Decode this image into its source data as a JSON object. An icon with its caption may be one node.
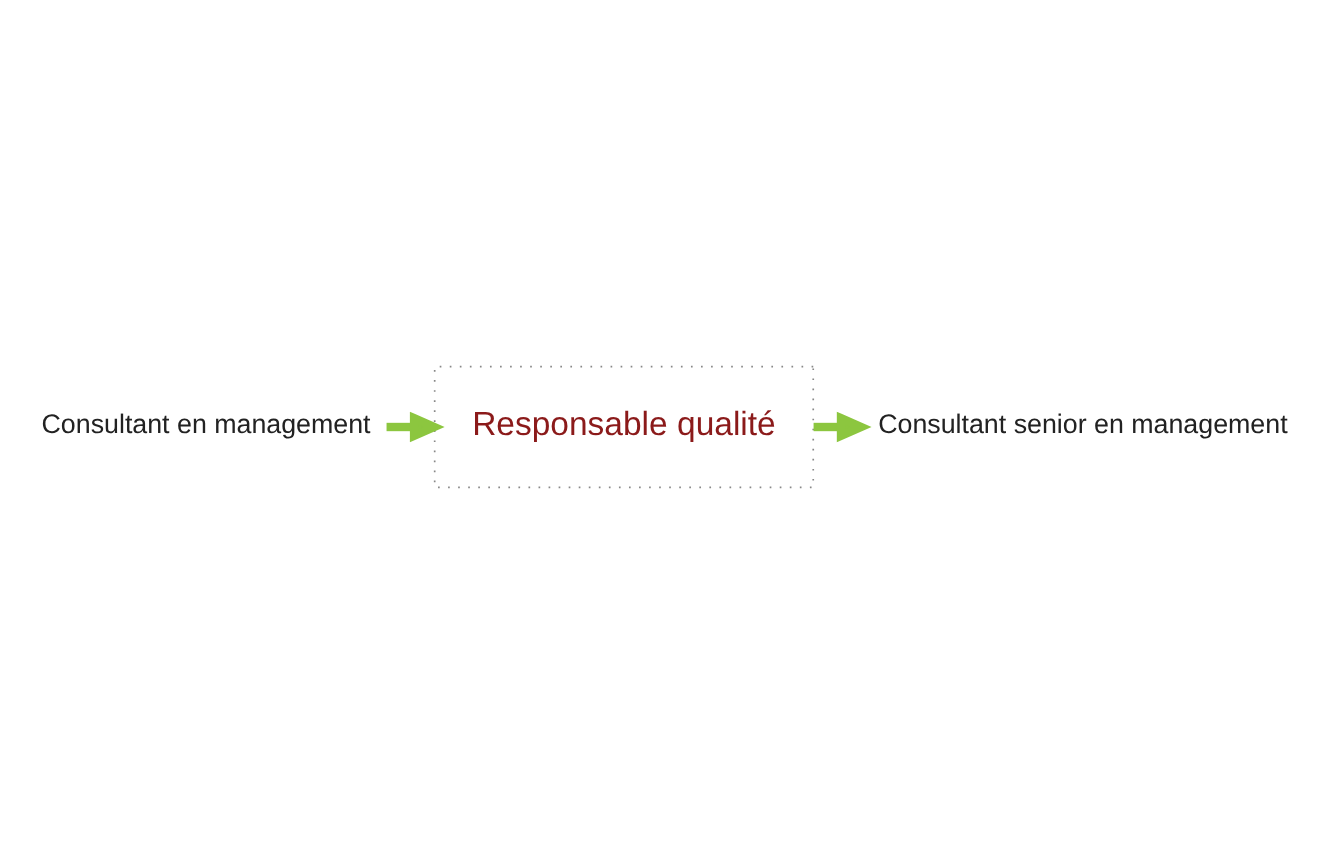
{
  "diagram": {
    "nodes": [
      {
        "text": [
          "Consultant en management"
        ]
      },
      {
        "text": [
          "Responsable qualité"
        ]
      },
      {
        "text": [
          "Consultant senior en management"
        ]
      }
    ],
    "edges": [
      {
        "from": 0,
        "to": 1,
        "arrow": "to"
      },
      {
        "from": 1,
        "to": 2,
        "arrow": "to"
      }
    ]
  }
}
